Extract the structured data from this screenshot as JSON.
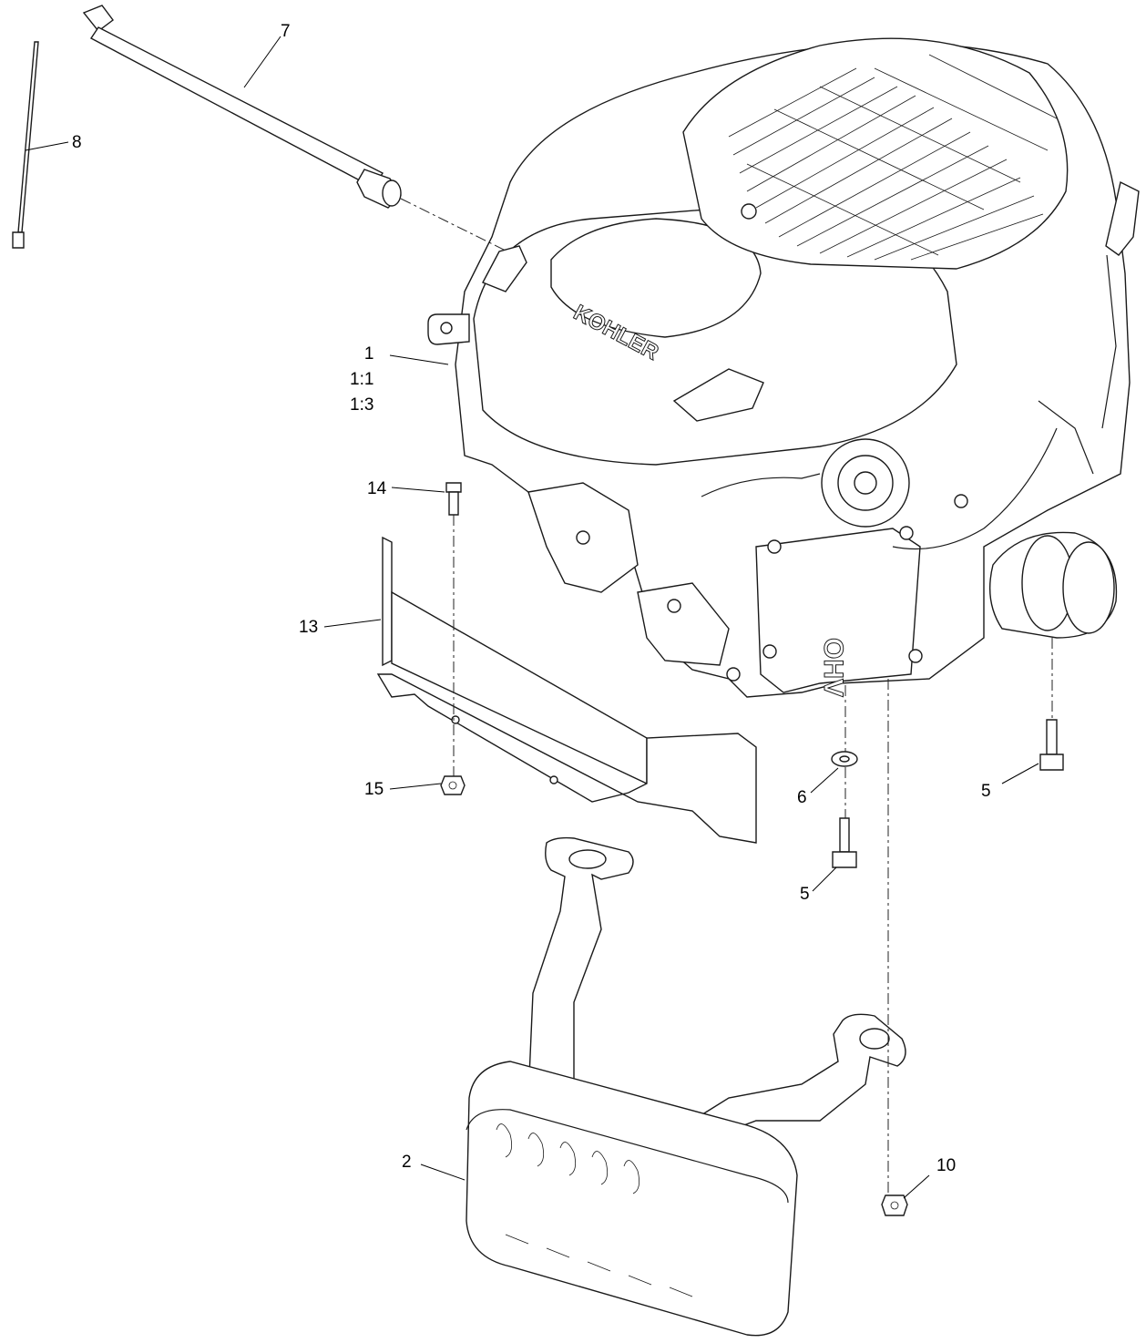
{
  "brand": {
    "engine_logo": "KOHLER",
    "valve_cover_logo": "OHV"
  },
  "callouts": {
    "c1": "1",
    "c1_1": "1:1",
    "c1_3": "1:3",
    "c2": "2",
    "c5_bolt_right": "5",
    "c5_bolt_center": "5",
    "c6": "6",
    "c7": "7",
    "c8": "8",
    "c10": "10",
    "c13": "13",
    "c14": "14",
    "c15": "15"
  }
}
